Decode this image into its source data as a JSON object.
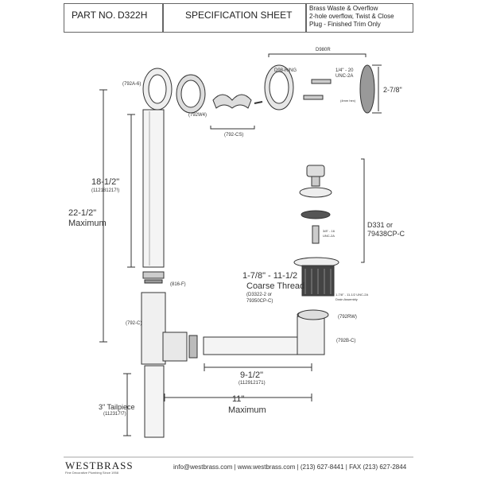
{
  "header": {
    "part_label": "PART NO.",
    "part_number": "D322H",
    "title": "SPECIFICATION SHEET",
    "description_lines": [
      "Brass Waste & Overflow",
      "2-hole overflow, Twist & Close",
      "Plug - Finished Trim Only"
    ]
  },
  "labels": {
    "d980r": "D980R",
    "d98_ring": "D98-RING",
    "thread_a": "1/4\" - 20",
    "thread_b": "UNC-2A",
    "screw_small": "(4mm hex)",
    "overflow_dim": "2-7/8\"",
    "p792a6": "(792A-6)",
    "p792w4": "(792W4)",
    "p792cs": "(792-CS)",
    "dim_18_a": "18-1/2\"",
    "dim_18_b": "(112181217!)",
    "dim_22_a": "22-1/2\"",
    "dim_22_b": "Maximum",
    "d331_a": "D331 or",
    "d331_b": "79438CP-C",
    "stem_a": "3/8\" - 16",
    "stem_b": "UNC-2A",
    "coarse_a": "1-7/8\" - 11-1/2",
    "coarse_b": "Coarse Thread",
    "coarse_c": "(D3322-2 or",
    "coarse_d": "79350CP-C)",
    "drain_a": "1-7/8\" - 11-1/2 UNC-2A",
    "drain_b": "Drain Assembly",
    "p816f": "(816-F)",
    "p792c": "(792-C)",
    "p792rw": "(792RW)",
    "p792bc": "(792B-C)",
    "dim_9_a": "9-1/2\"",
    "dim_9_b": "(112912171)",
    "dim_11_a": "11\"",
    "dim_11_b": "Maximum",
    "tail_a": "3\" Tailpiece",
    "tail_b": "(112317!7)"
  },
  "footer": {
    "brand": "WESTBRASS",
    "tagline": "Fine Decorative Plumbing Since 1958",
    "contact": "info@westbrass.com | www.westbrass.com  |  (213) 627-8441  |  FAX (213) 627-2844"
  }
}
